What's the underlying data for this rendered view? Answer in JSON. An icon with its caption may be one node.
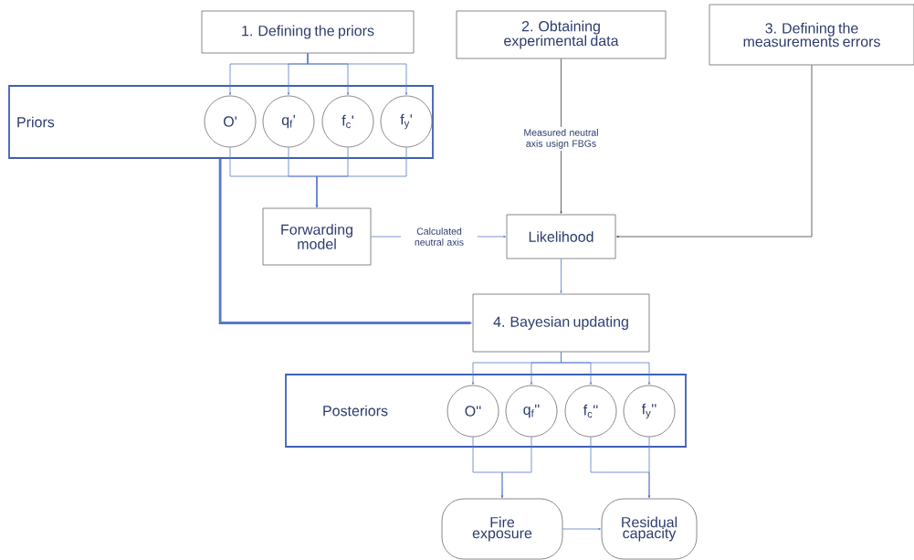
{
  "diagram": {
    "nodes": [
      {
        "text": [
          "1. Defining the priors"
        ]
      },
      {
        "text": [
          "2. Obtaining experimental data"
        ]
      },
      {
        "text": [
          "3. Defining the measurements errors"
        ]
      },
      {
        "text": [
          "Priors"
        ]
      },
      {
        "text": [
          "O'"
        ],
        "in": 3
      },
      {
        "text": [
          "q$_{f}$'"
        ],
        "in": 3
      },
      {
        "text": [
          "f$_{c}$'"
        ],
        "in": 3
      },
      {
        "text": [
          "f$_{y}$'"
        ],
        "in": 3
      },
      {
        "text": [
          "Forwarding model"
        ]
      },
      {
        "text": [
          "Likelihood"
        ]
      },
      {
        "text": [
          "4. Bayesian updating"
        ]
      },
      {
        "text": [
          "Posteriors"
        ]
      },
      {
        "text": [
          "O''"
        ],
        "in": 11
      },
      {
        "text": [
          "q$_{f}$''"
        ],
        "in": 11
      },
      {
        "text": [
          "f$_{c}$''"
        ],
        "in": 11
      },
      {
        "text": [
          "f$_{y}$''"
        ],
        "in": 11
      },
      {
        "text": [
          "Fire exposure"
        ]
      },
      {
        "text": [
          "Residual capacity"
        ]
      }
    ],
    "edges": [
      {
        "from": 0,
        "to": 4,
        "arrow": "to"
      },
      {
        "from": 0,
        "to": 5,
        "arrow": "to"
      },
      {
        "from": 0,
        "to": 6,
        "arrow": "to"
      },
      {
        "from": 0,
        "to": 7,
        "arrow": "to"
      },
      {
        "from": 4,
        "to": 8,
        "arrow": "to"
      },
      {
        "from": 5,
        "to": 8,
        "arrow": "to"
      },
      {
        "from": 6,
        "to": 8,
        "arrow": "to"
      },
      {
        "from": 7,
        "to": 8,
        "arrow": "to"
      },
      {
        "from": 8,
        "to": 9,
        "arrow": "to",
        "label": "Calculated neutral axis"
      },
      {
        "from": 1,
        "to": 9,
        "arrow": "to",
        "label": "Measured neutral axis usign FBGs",
        "color": "#404040"
      },
      {
        "from": 2,
        "to": 9,
        "arrow": "to",
        "color": "#404040"
      },
      {
        "from": 9,
        "to": 10,
        "arrow": "to"
      },
      {
        "from": 3,
        "to": 10,
        "arrow": "to",
        "style": "thick"
      },
      {
        "from": 10,
        "to": 12,
        "arrow": "to"
      },
      {
        "from": 10,
        "to": 13,
        "arrow": "to"
      },
      {
        "from": 10,
        "to": 14,
        "arrow": "to"
      },
      {
        "from": 10,
        "to": 15,
        "arrow": "to"
      },
      {
        "from": 12,
        "to": 16,
        "arrow": "to"
      },
      {
        "from": 13,
        "to": 16,
        "arrow": "to"
      },
      {
        "from": 14,
        "to": 17,
        "arrow": "to"
      },
      {
        "from": 15,
        "to": 17,
        "arrow": "to"
      },
      {
        "from": 16,
        "to": 17,
        "arrow": "to"
      }
    ]
  }
}
